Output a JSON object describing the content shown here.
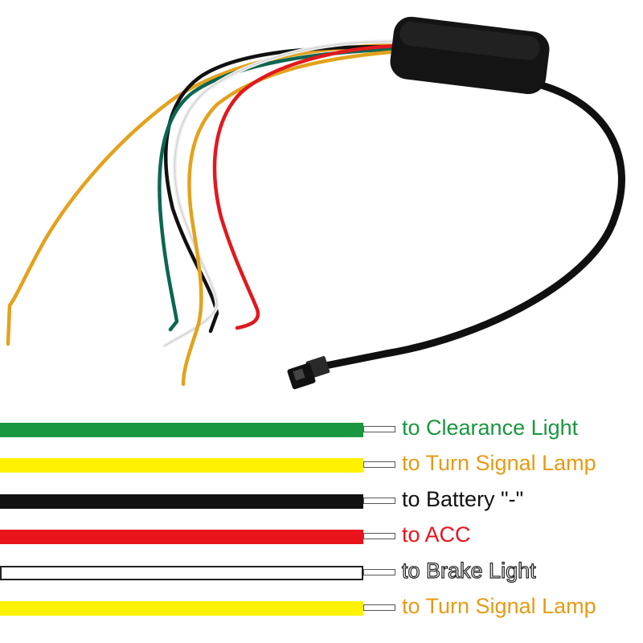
{
  "wiring": [
    {
      "label": "to Clearance Light",
      "wire_color": "#1a9640",
      "text_color": "#1a9640",
      "style": "solid"
    },
    {
      "label": "to Turn Signal Lamp",
      "wire_color": "#fff200",
      "text_color": "#e79a14",
      "style": "solid"
    },
    {
      "label": "to Battery \"-\"",
      "wire_color": "#111111",
      "text_color": "#111111",
      "style": "solid"
    },
    {
      "label": "to ACC",
      "wire_color": "#e8131b",
      "text_color": "#e8131b",
      "style": "solid"
    },
    {
      "label": "to Brake Light",
      "wire_color": "#ffffff",
      "text_color": "#ffffff",
      "style": "outlined"
    },
    {
      "label": "to Turn Signal Lamp",
      "wire_color": "#fff200",
      "text_color": "#e79a14",
      "style": "solid"
    }
  ]
}
